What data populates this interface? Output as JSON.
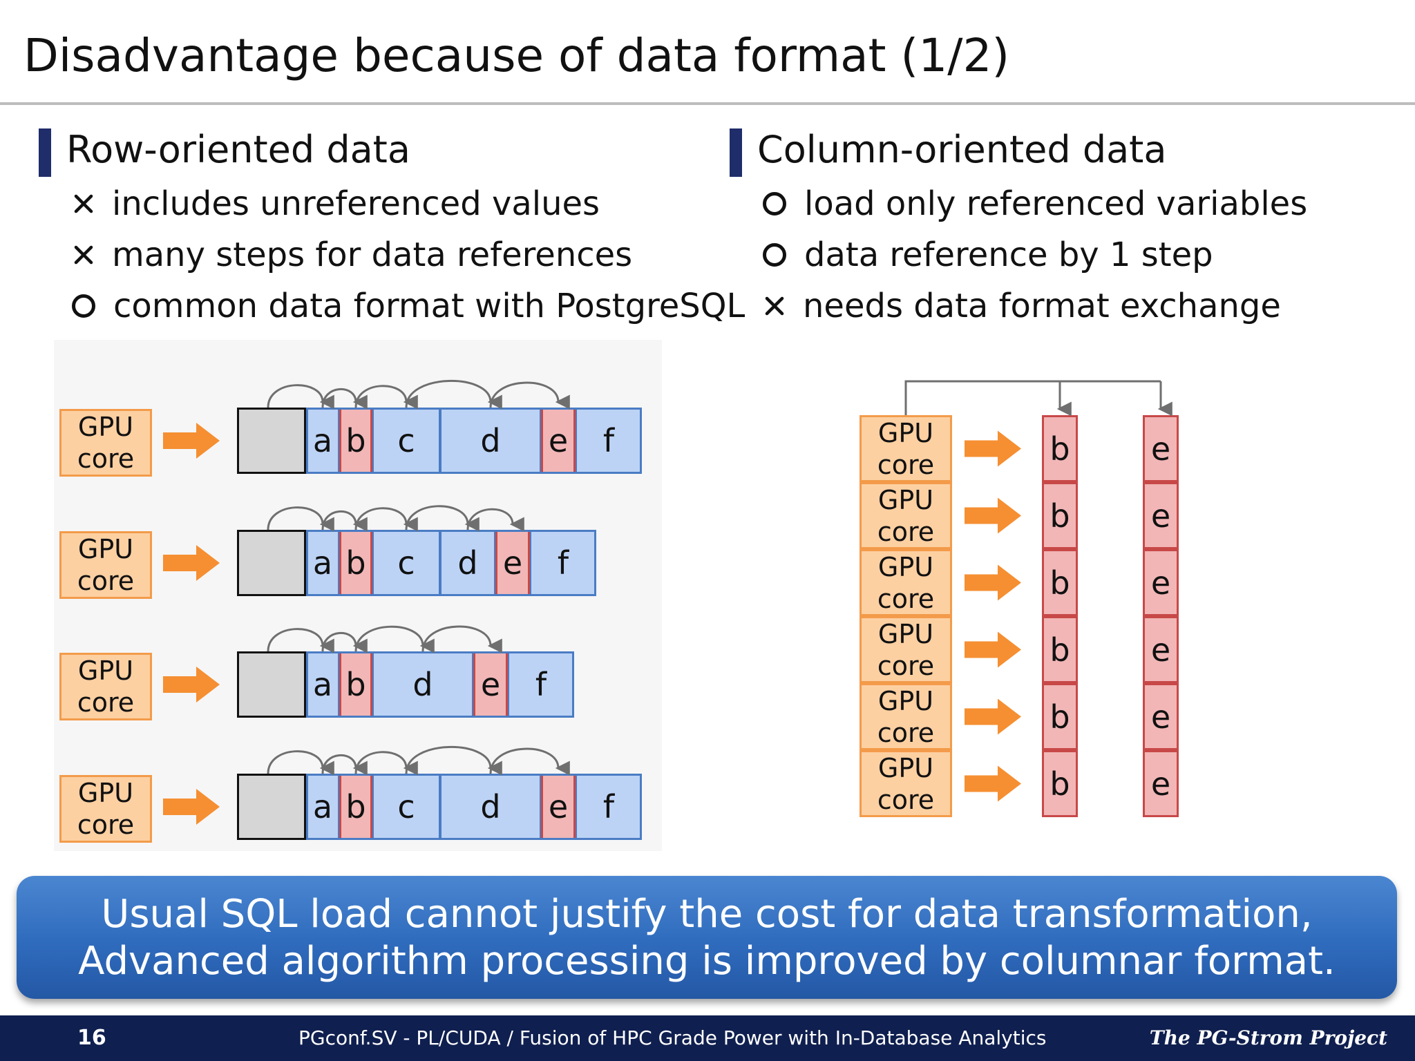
{
  "title": "Disadvantage because of data format (1/2)",
  "left": {
    "heading": "Row-oriented data",
    "bullets": [
      {
        "mark": "cross",
        "text": "includes unreferenced values"
      },
      {
        "mark": "cross",
        "text": "many steps for data references"
      },
      {
        "mark": "circle",
        "text": "common data format with PostgreSQL"
      }
    ]
  },
  "right": {
    "heading": "Column-oriented data",
    "bullets": [
      {
        "mark": "circle",
        "text": "load only referenced variables"
      },
      {
        "mark": "circle",
        "text": "data reference by 1 step"
      },
      {
        "mark": "cross",
        "text": "needs data format exchange"
      }
    ]
  },
  "gpu_label": {
    "line1": "GPU",
    "line2": "core"
  },
  "row_diagram": {
    "rows": [
      {
        "cells": [
          "a",
          "b",
          "c",
          "d",
          "e",
          "f"
        ],
        "highlight": [
          "b",
          "e"
        ]
      },
      {
        "cells": [
          "a",
          "b",
          "c",
          "d",
          "e",
          "f"
        ],
        "highlight": [
          "b",
          "e"
        ]
      },
      {
        "cells": [
          "a",
          "b",
          "d",
          "e",
          "f"
        ],
        "highlight": [
          "b",
          "e"
        ]
      },
      {
        "cells": [
          "a",
          "b",
          "c",
          "d",
          "e",
          "f"
        ],
        "highlight": [
          "b",
          "e"
        ]
      }
    ]
  },
  "column_diagram": {
    "columns": [
      {
        "label": "b",
        "values": [
          "b",
          "b",
          "b",
          "b",
          "b",
          "b"
        ]
      },
      {
        "label": "e",
        "values": [
          "e",
          "e",
          "e",
          "e",
          "e",
          "e"
        ]
      }
    ]
  },
  "banner": {
    "line1": "Usual SQL load cannot justify the cost for data transformation,",
    "line2": "Advanced algorithm processing is improved by columnar format."
  },
  "footer": {
    "page": "16",
    "conference": "PGconf.SV - PL/CUDA / Fusion of HPC Grade Power with In-Database Analytics",
    "brand": "The PG-Strom Project"
  },
  "colors": {
    "heading_bar": "#1f2d6b",
    "gpu_fill": "#fdd0a2",
    "gpu_border": "#f39b4a",
    "cell_blue": "#bcd3f5",
    "cell_red": "#f2b6b6",
    "banner": "#2f6bbd",
    "footer": "#0f1f4f"
  },
  "icons": {
    "cross": "cross-mark-icon",
    "circle": "circle-mark-icon",
    "arrow": "right-arrow-icon"
  }
}
